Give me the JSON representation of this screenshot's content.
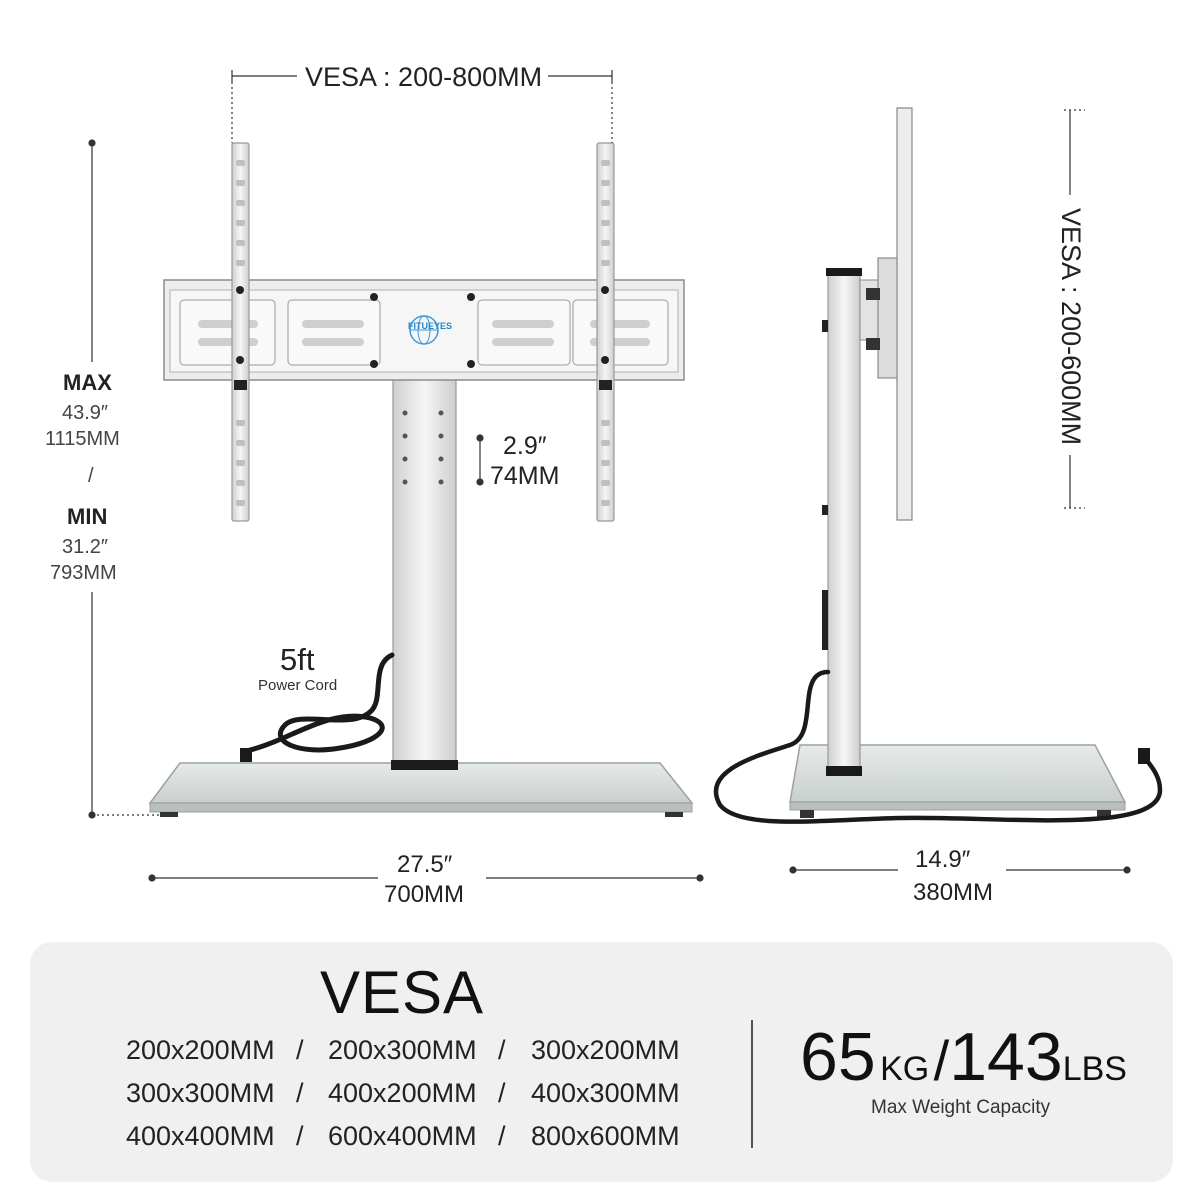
{
  "dimensions": {
    "vesa_width": "VESA : 200-800MM",
    "vesa_height": "VESA : 200-600MM",
    "max_label": "MAX",
    "max_inch": "43.9″",
    "max_mm": "1115MM",
    "slash": "/",
    "min_label": "MIN",
    "min_inch": "31.2″",
    "min_mm": "793MM",
    "step_inch": "2.9″",
    "step_mm": "74MM",
    "cord_length": "5ft",
    "cord_label": "Power Cord",
    "base_width_inch": "27.5″",
    "base_width_mm": "700MM",
    "base_depth_inch": "14.9″",
    "base_depth_mm": "380MM",
    "brand": "FITUEYES"
  },
  "vesa_panel": {
    "title": "VESA",
    "separator": "/",
    "rows": [
      [
        "200x200MM",
        "200x300MM",
        "300x200MM"
      ],
      [
        "300x300MM",
        "400x200MM",
        "400x300MM"
      ],
      [
        "400x400MM",
        "600x400MM",
        "800x600MM"
      ]
    ]
  },
  "capacity": {
    "kg_value": "65",
    "kg_unit": "KG",
    "slash": "/",
    "lbs_value": "143",
    "lbs_unit": "LBS",
    "label": "Max Weight Capacity"
  },
  "colors": {
    "steel": "#e6e6e6",
    "glass": "#d7dcdb",
    "outline": "#8a8a8a",
    "panel_bg": "#f0f0f0"
  }
}
